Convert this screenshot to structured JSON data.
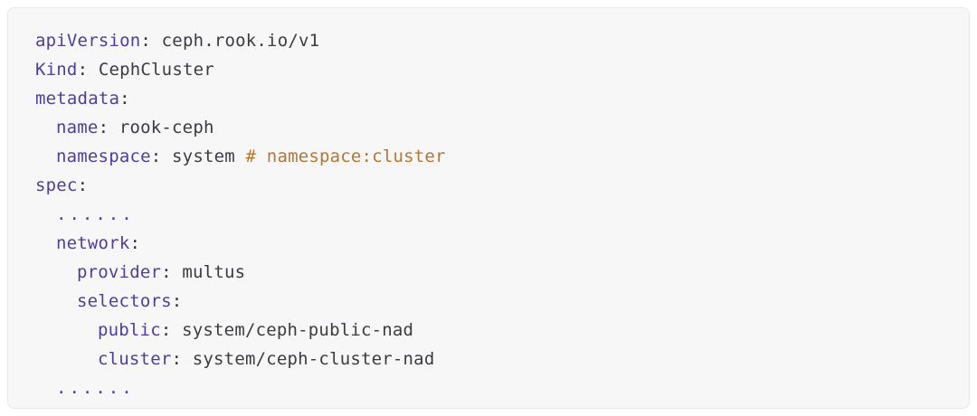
{
  "panel": {
    "name": "yaml-code-block",
    "background_color": "#f7f7f8",
    "border_color": "#e8e8ea",
    "language": "yaml"
  },
  "colors": {
    "key": "#4b3f9e",
    "value": "#3b3b42",
    "comment": "#b5762f",
    "punctuation": "#33333a",
    "page_background": "#ffffff"
  },
  "code": {
    "lines": [
      {
        "indent": 0,
        "key": "apiVersion",
        "punc": ": ",
        "value": "ceph.rook.io/v1",
        "comment": ""
      },
      {
        "indent": 0,
        "key": "Kind",
        "punc": ": ",
        "value": "CephCluster",
        "comment": ""
      },
      {
        "indent": 0,
        "key": "metadata",
        "punc": ":",
        "value": "",
        "comment": ""
      },
      {
        "indent": 1,
        "key": "name",
        "punc": ": ",
        "value": "rook-ceph",
        "comment": ""
      },
      {
        "indent": 1,
        "key": "namespace",
        "punc": ": ",
        "value": "system ",
        "comment": "# namespace:cluster"
      },
      {
        "indent": 0,
        "key": "spec",
        "punc": ":",
        "value": "",
        "comment": ""
      },
      {
        "indent": 1,
        "key": "",
        "punc": "",
        "value": "",
        "ellipsis": "......",
        "comment": ""
      },
      {
        "indent": 1,
        "key": "network",
        "punc": ":",
        "value": "",
        "comment": ""
      },
      {
        "indent": 2,
        "key": "provider",
        "punc": ": ",
        "value": "multus",
        "comment": ""
      },
      {
        "indent": 2,
        "key": "selectors",
        "punc": ":",
        "value": "",
        "comment": ""
      },
      {
        "indent": 3,
        "key": "public",
        "punc": ": ",
        "value": "system/ceph-public-nad",
        "comment": ""
      },
      {
        "indent": 3,
        "key": "cluster",
        "punc": ": ",
        "value": "system/ceph-cluster-nad",
        "comment": ""
      },
      {
        "indent": 1,
        "key": "",
        "punc": "",
        "value": "",
        "ellipsis": "......",
        "comment": ""
      }
    ]
  }
}
